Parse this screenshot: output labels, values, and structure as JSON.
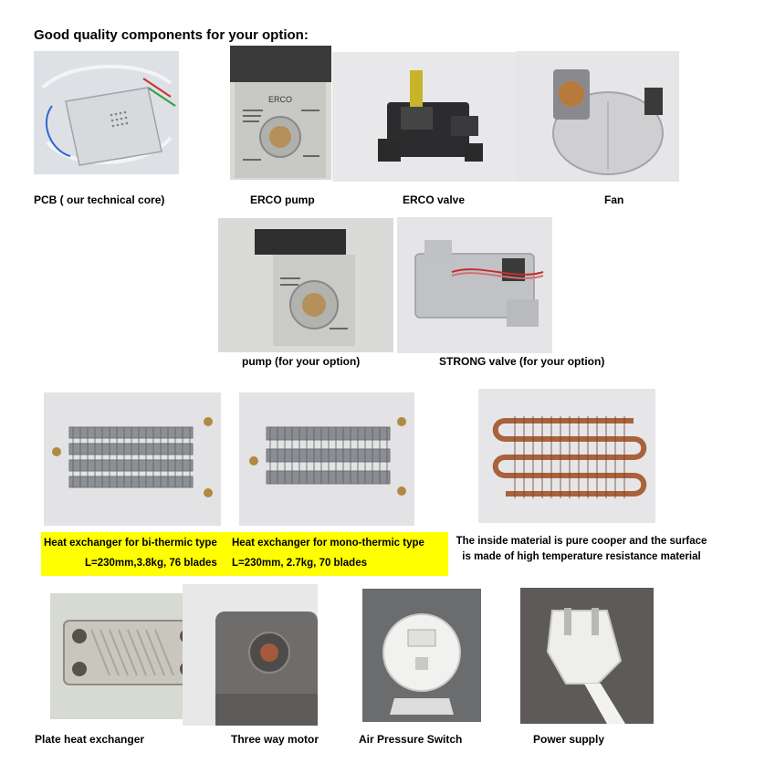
{
  "heading": "Good quality components for your option:",
  "components": {
    "pcb": "PCB ( our technical core)",
    "erco_pump": "ERCO pump",
    "erco_valve": "ERCO valve",
    "fan": "Fan",
    "pump": "pump (for your option)",
    "strong_valve": "STRONG valve (for your option)",
    "plate_heat_exchanger": "Plate heat exchanger",
    "three_way_motor": "Three way motor",
    "air_pressure_switch": "Air Pressure Switch",
    "power_supply": "Power supply"
  },
  "heat_exchangers": {
    "bi_thermic": {
      "title": "Heat exchanger for bi-thermic type",
      "spec": "L=230mm,3.8kg, 76 blades"
    },
    "mono_thermic": {
      "title": "Heat exchanger for mono-thermic type",
      "spec": "L=230mm, 2.7kg, 70 blades"
    },
    "material_note": {
      "line1": "The inside material is pure cooper and the surface",
      "line2": "is made of high temperature resistance material"
    }
  },
  "photo_labels": {
    "pump_brand": "ERCO"
  },
  "colors": {
    "highlight": "#ffff00",
    "copper": "#a8623c",
    "aluminium": "#c9ccd1"
  }
}
